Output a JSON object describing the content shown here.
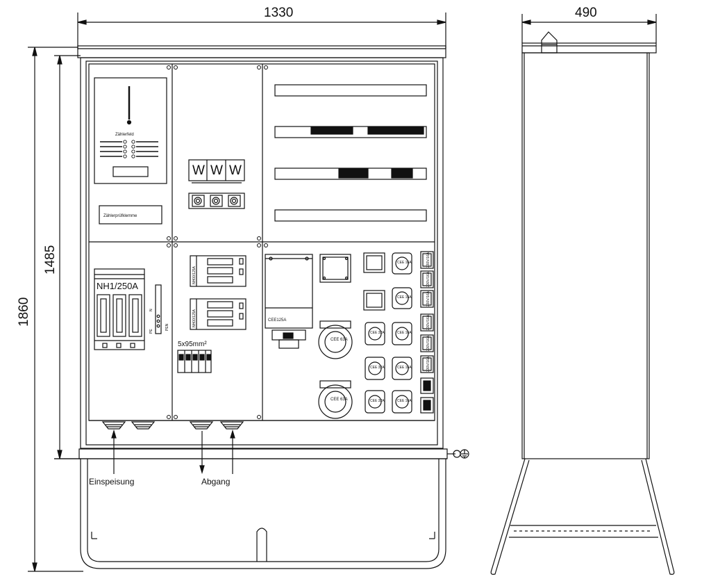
{
  "dimensions": {
    "width": "1330",
    "side_width": "490",
    "total_height": "1860",
    "cabinet_height": "1485"
  },
  "labels": {
    "meter_field": "Zählerfeld",
    "meter_test_terminal": "Zählerprüfklemme",
    "fuse_block": "NH1/250A",
    "terminal_n": "N",
    "terminal_pe": "PE",
    "terminal_pen": "PEN",
    "nh_fuse_1": "NH00/125A",
    "nh_fuse_2": "NH00/125A",
    "cable_terminal": "5x95mm²",
    "cee_125": "CEE125A",
    "cee_63_a": "CEE 63A",
    "cee_63_b": "CEE 63A",
    "cee_32": "CEE 32A",
    "cee_16": "CEE 16A",
    "schuko": "230V/16A",
    "infeed": "Einspeisung",
    "outgoing": "Abgang"
  },
  "fuse_letters": [
    "W",
    "W",
    "W"
  ],
  "colors": {
    "line": "#111111"
  },
  "icons": {
    "ground": "ground-symbol-icon"
  }
}
